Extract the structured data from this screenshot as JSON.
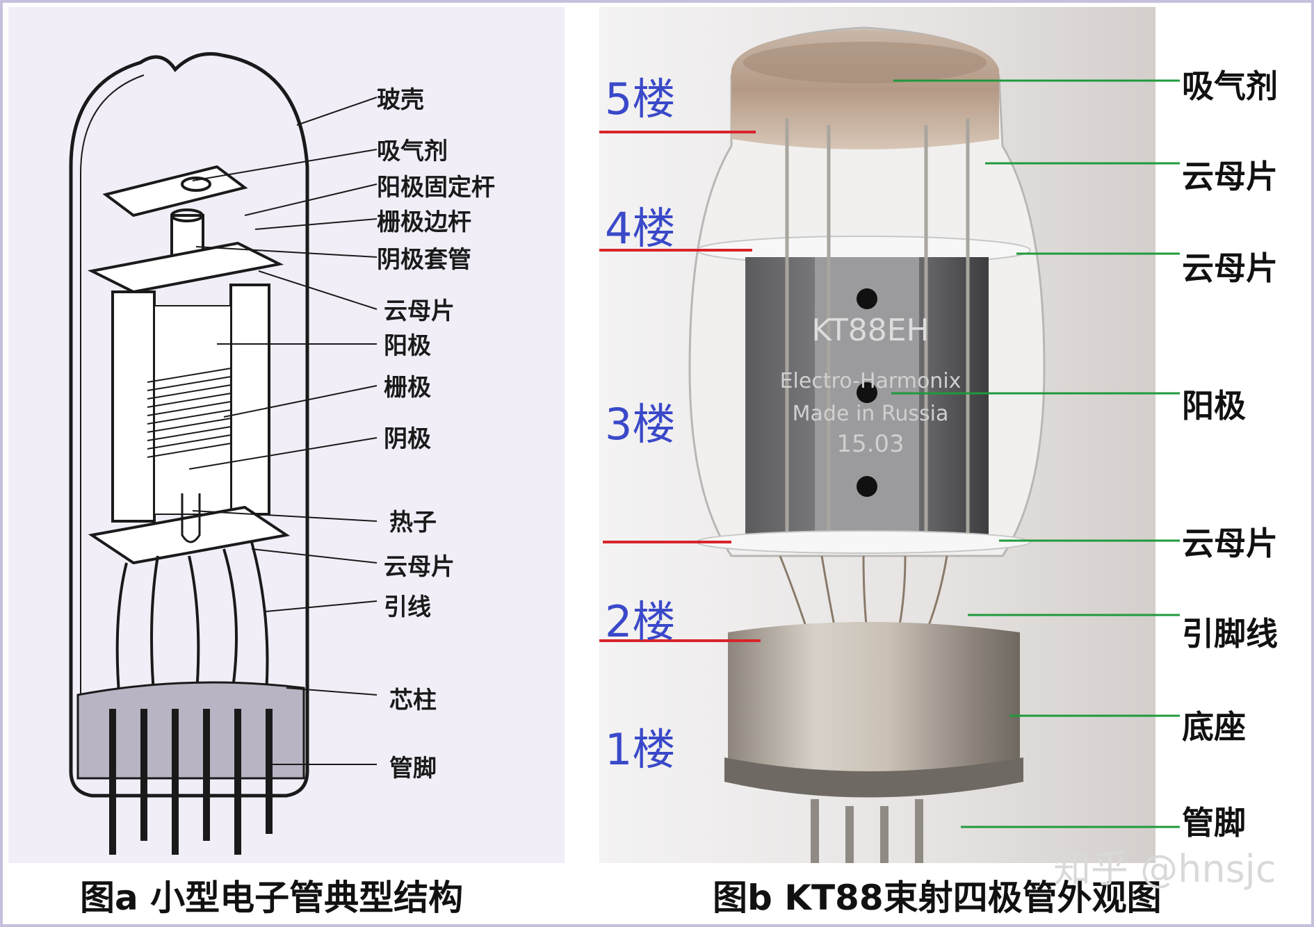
{
  "diagram_a": {
    "labels": [
      "玻壳",
      "吸气剂",
      "阳极固定杆",
      "栅极边杆",
      "阴极套管",
      "云母片",
      "阳极",
      "栅极",
      "阴极",
      "热子",
      "云母片",
      "引线",
      "芯柱",
      "管脚"
    ],
    "caption": "图a 小型电子管典型结构"
  },
  "diagram_b": {
    "floors": [
      "5楼",
      "4楼",
      "3楼",
      "2楼",
      "1楼"
    ],
    "labels": [
      "吸气剂",
      "云母片",
      "云母片",
      "阳极",
      "云母片",
      "引脚线",
      "底座",
      "管脚"
    ],
    "tube_print": [
      "KT88EH",
      "Electro-Harmonix",
      "Made in Russia",
      "15.03"
    ],
    "caption": "图b KT88束射四极管外观图"
  },
  "watermark": "知乎 @hnsjc",
  "colors": {
    "floor_text": "#3a49c9",
    "floor_line": "#d8232a",
    "leader_line": "#1f9a3c",
    "panel_a_bg": "#f1eef8"
  }
}
